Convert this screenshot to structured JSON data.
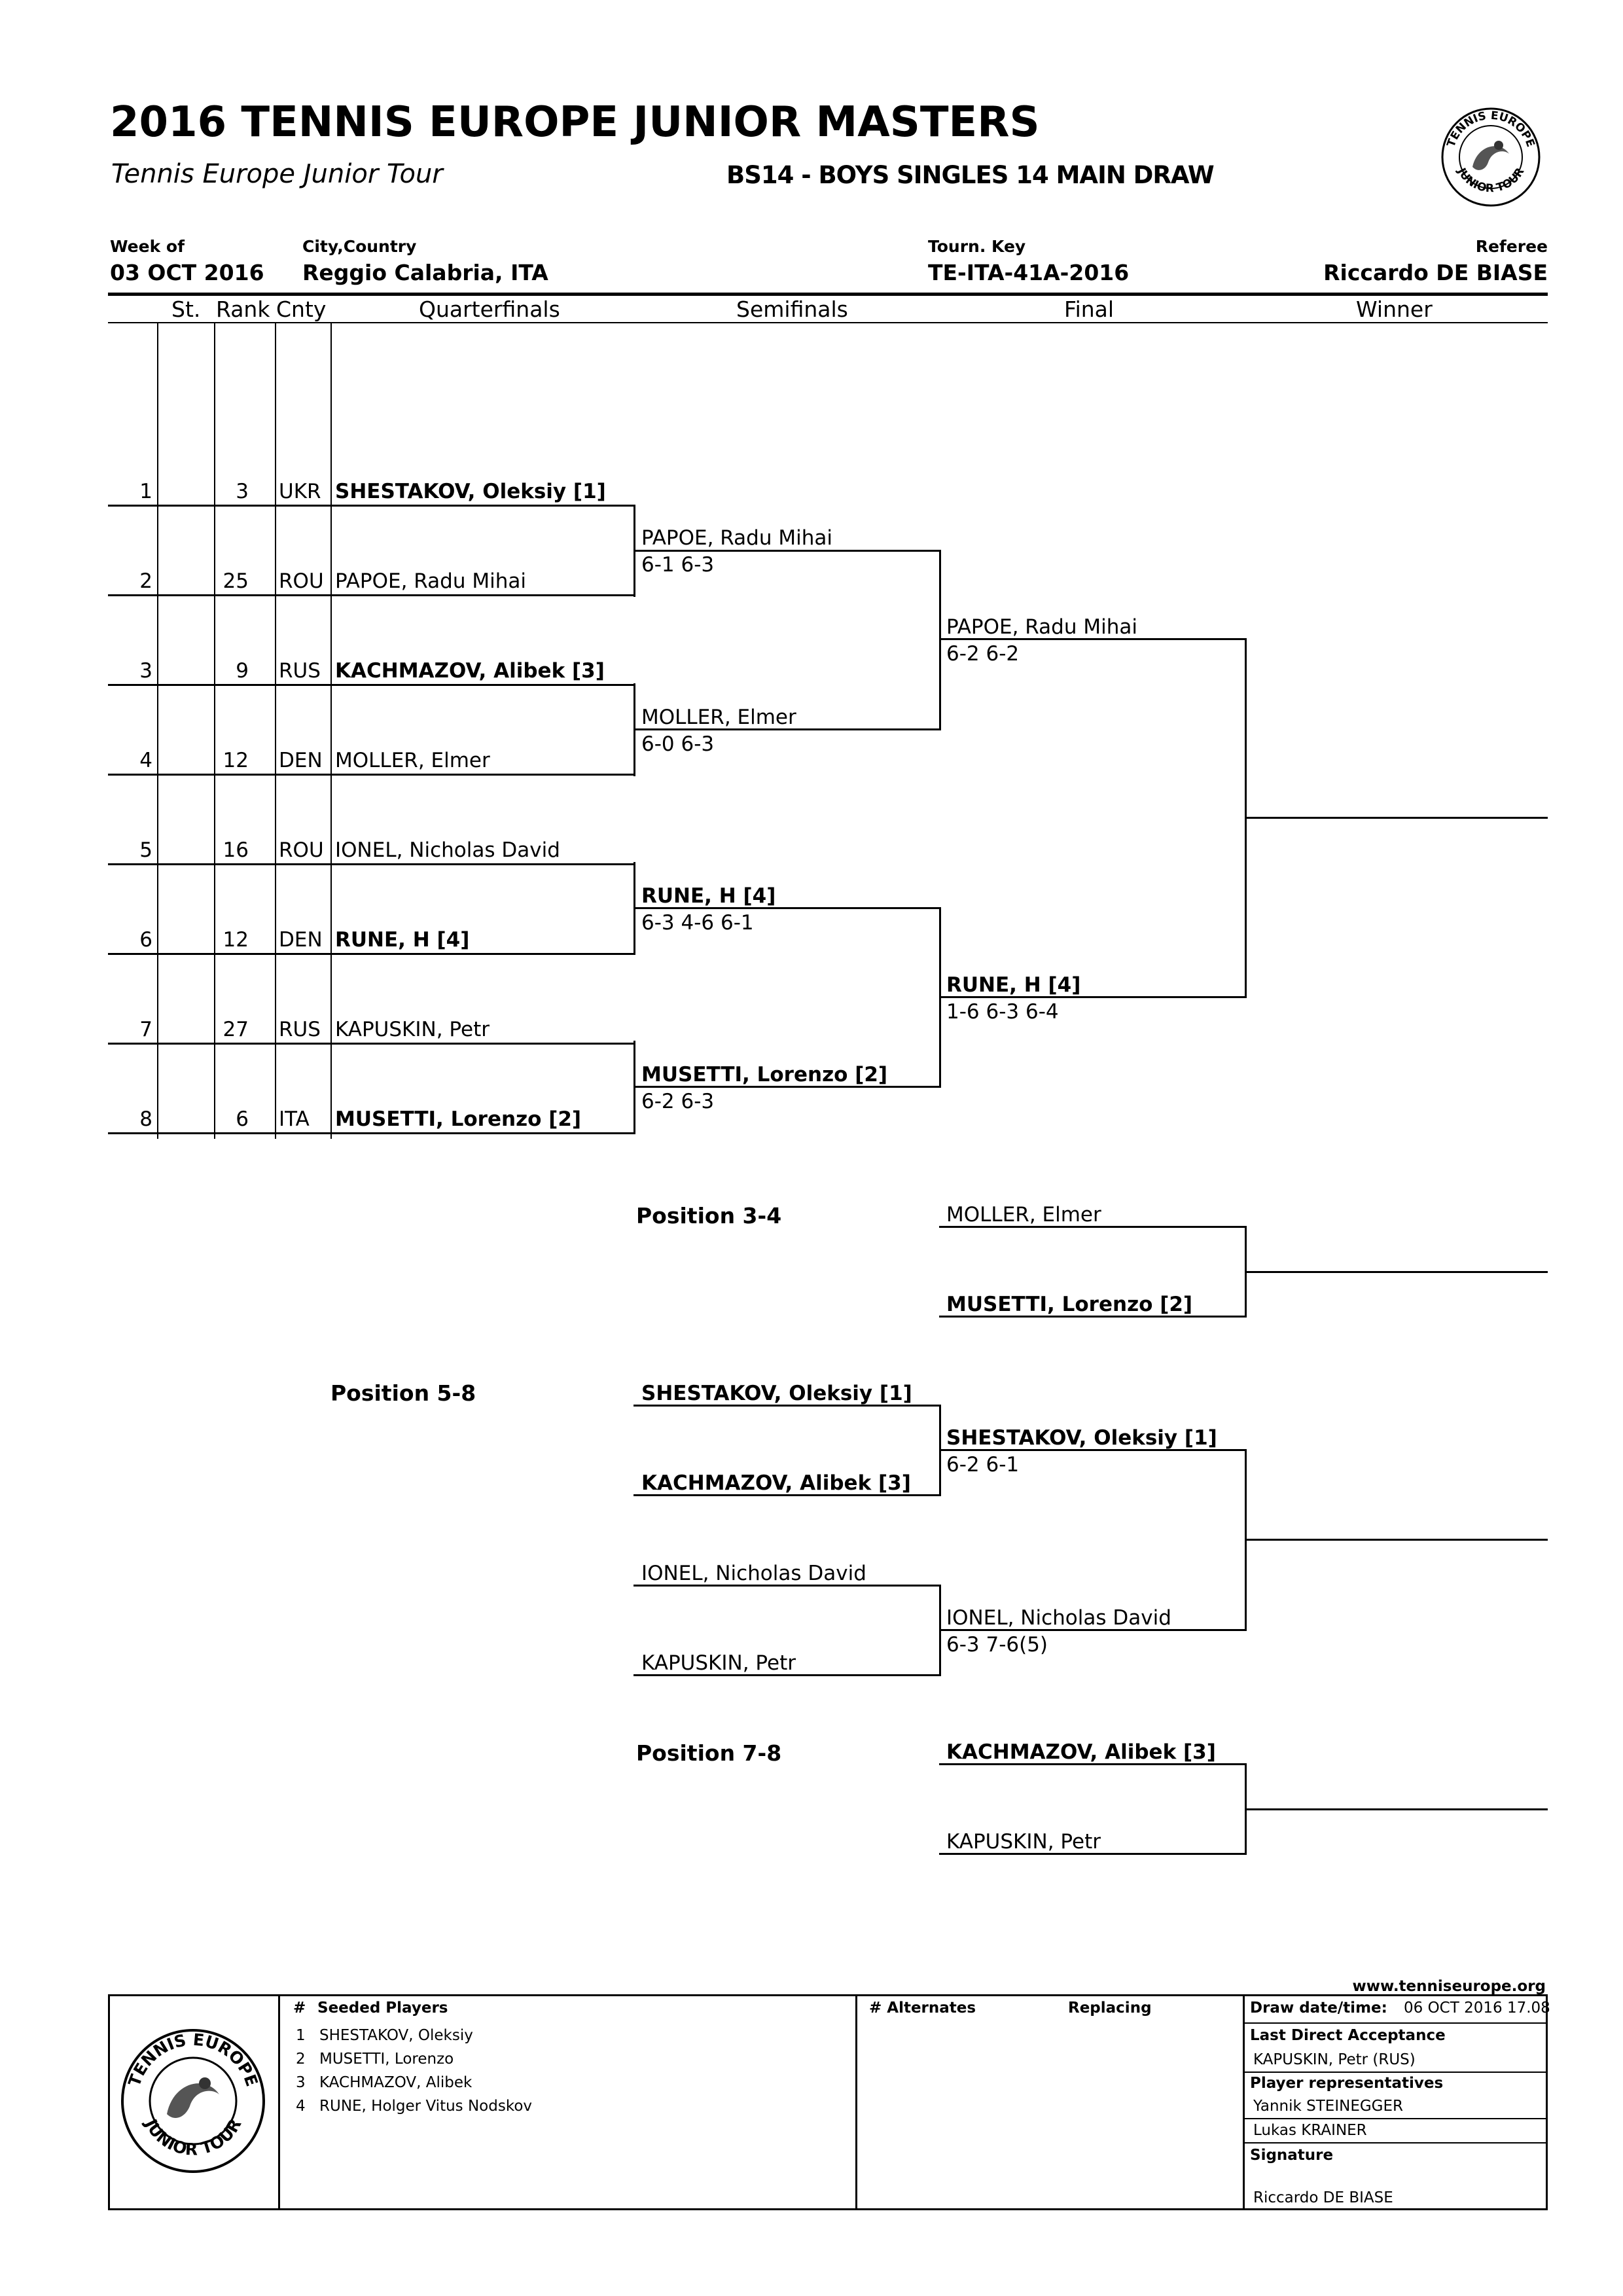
{
  "header": {
    "title": "2016 TENNIS EUROPE JUNIOR MASTERS",
    "tour": "Tennis Europe Junior Tour",
    "event": "BS14 - BOYS SINGLES 14 MAIN DRAW",
    "week_label": "Week of",
    "week_value": "03 OCT 2016",
    "city_label": "City,Country",
    "city_value": "Reggio Calabria, ITA",
    "key_label": "Tourn. Key",
    "key_value": "TE-ITA-41A-2016",
    "referee_label": "Referee",
    "referee_value": "Riccardo DE BIASE"
  },
  "columns": {
    "st": "St.",
    "rank": "Rank",
    "cnty": "Cnty",
    "qf": "Quarterfinals",
    "sf": "Semifinals",
    "final": "Final",
    "winner": "Winner"
  },
  "entries": [
    {
      "num": "1",
      "rank": "3",
      "cnty": "UKR",
      "name": "SHESTAKOV, Oleksiy [1]"
    },
    {
      "num": "2",
      "rank": "25",
      "cnty": "ROU",
      "name": "PAPOE, Radu Mihai"
    },
    {
      "num": "3",
      "rank": "9",
      "cnty": "RUS",
      "name": "KACHMAZOV, Alibek [3]"
    },
    {
      "num": "4",
      "rank": "12",
      "cnty": "DEN",
      "name": "MOLLER, Elmer"
    },
    {
      "num": "5",
      "rank": "16",
      "cnty": "ROU",
      "name": "IONEL, Nicholas David"
    },
    {
      "num": "6",
      "rank": "12",
      "cnty": "DEN",
      "name": "RUNE, H [4]"
    },
    {
      "num": "7",
      "rank": "27",
      "cnty": "RUS",
      "name": "KAPUSKIN, Petr"
    },
    {
      "num": "8",
      "rank": "6",
      "cnty": "ITA",
      "name": "MUSETTI, Lorenzo [2]"
    }
  ],
  "semis": [
    {
      "name": "PAPOE, Radu Mihai",
      "score": "6-1 6-3"
    },
    {
      "name": "MOLLER, Elmer",
      "score": "6-0 6-3"
    },
    {
      "name": "RUNE, H [4]",
      "score": "6-3 4-6 6-1"
    },
    {
      "name": "MUSETTI, Lorenzo [2]",
      "score": "6-2 6-3"
    }
  ],
  "finals": [
    {
      "name": "PAPOE, Radu Mihai",
      "score": "6-2 6-2"
    },
    {
      "name": "RUNE, H [4]",
      "score": "1-6 6-3 6-4"
    }
  ],
  "pos34": {
    "label": "Position 3-4",
    "p1": "MOLLER, Elmer",
    "p2": "MUSETTI, Lorenzo [2]"
  },
  "pos58": {
    "label": "Position 5-8",
    "p1": "SHESTAKOV, Oleksiy [1]",
    "p2": "KACHMAZOV, Alibek [3]",
    "p3": "IONEL, Nicholas David",
    "p4": "KAPUSKIN, Petr",
    "w1": "SHESTAKOV, Oleksiy [1]",
    "w1_score": "6-2 6-1",
    "w2": "IONEL, Nicholas David",
    "w2_score": "6-3 7-6(5)"
  },
  "pos78": {
    "label": "Position 7-8",
    "p1": "KACHMAZOV, Alibek [3]",
    "p2": "KAPUSKIN, Petr"
  },
  "footer": {
    "website": "www.tenniseurope.org",
    "seeded_hash": "#",
    "seeded_title": "Seeded Players",
    "seeds": [
      {
        "n": "1",
        "name": "SHESTAKOV, Oleksiy"
      },
      {
        "n": "2",
        "name": "MUSETTI, Lorenzo"
      },
      {
        "n": "3",
        "name": "KACHMAZOV, Alibek"
      },
      {
        "n": "4",
        "name": "RUNE, Holger Vitus Nodskov"
      }
    ],
    "alternates_title": "# Alternates",
    "replacing_title": "Replacing",
    "draw_date_label": "Draw date/time:",
    "draw_date_value": "06 OCT 2016 17.08",
    "lda_label": "Last Direct Acceptance",
    "lda_value": "KAPUSKIN, Petr (RUS)",
    "reps_label": "Player representatives",
    "rep1": "Yannik STEINEGGER",
    "rep2": "Lukas KRAINER",
    "signature_label": "Signature",
    "signature_value": "Riccardo DE BIASE"
  },
  "logo": {
    "text_top": "TENNIS EUROPE",
    "text_bottom": "JUNIOR TOUR"
  }
}
